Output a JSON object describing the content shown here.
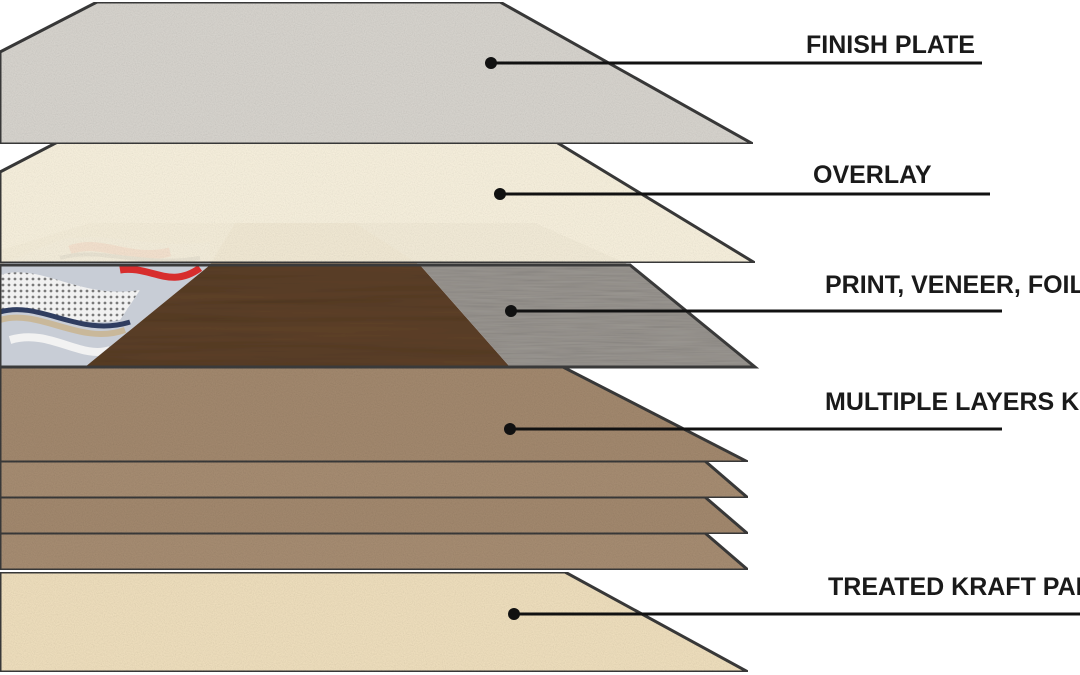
{
  "diagram": {
    "layers": [
      {
        "label": "FINISH PLATE"
      },
      {
        "label": "OVERLAY"
      },
      {
        "label": "PRINT, VENEER, FOIL"
      },
      {
        "label": "MULTIPLE LAYERS KRAFT"
      },
      {
        "label": "TREATED KRAFT PAPER"
      }
    ],
    "colors": {
      "finish_plate": "#d9d6d0",
      "overlay": "#f8f1dc",
      "kraft": "#a48a6f",
      "treated_kraft": "#f1e1bf",
      "wood_veneer": "#5e4128",
      "metal_foil": "#9a9691",
      "print_pattern": "#c8cdd6",
      "print_accent": "#d72d2d",
      "edge": "#3a3a3a"
    }
  }
}
